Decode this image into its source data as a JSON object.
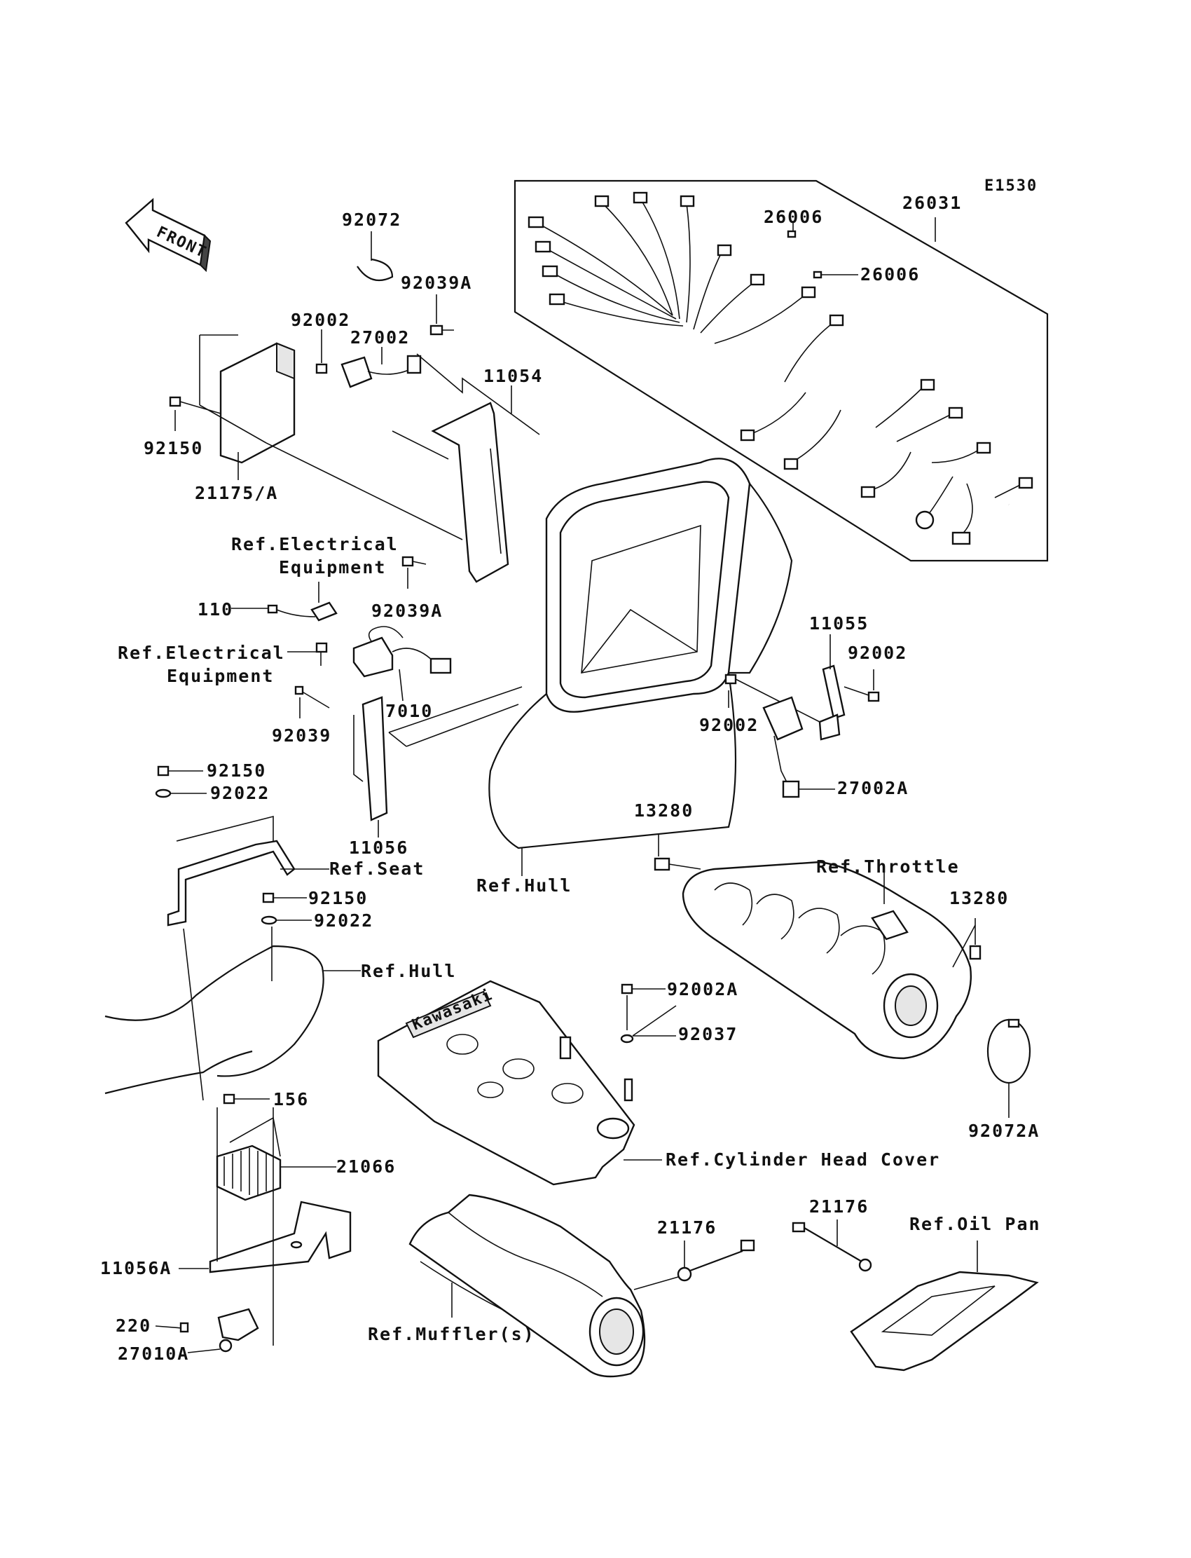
{
  "diagram": {
    "figure_code": "E1530",
    "front_arrow": "FRONT",
    "labels": {
      "l_26031": "26031",
      "l_26006a": "26006",
      "l_26006b": "26006",
      "l_92072": "92072",
      "l_92039A_top": "92039A",
      "l_92002_top": "92002",
      "l_27002": "27002",
      "l_11054": "11054",
      "l_92150_top": "92150",
      "l_21175A": "21175/A",
      "l_ref_elec1_a": "Ref.Electrical",
      "l_ref_elec1_b": "Equipment",
      "l_92039A_mid": "92039A",
      "l_110": "110",
      "l_ref_elec2_a": "Ref.Electrical",
      "l_ref_elec2_b": "Equipment",
      "l_27010": "27010",
      "l_92039": "92039",
      "l_11055": "11055",
      "l_92002_r": "92002",
      "l_92002_m": "92002",
      "l_27002A": "27002A",
      "l_92150_a": "92150",
      "l_92022_a": "92022",
      "l_11056": "11056",
      "l_ref_seat": "Ref.Seat",
      "l_ref_hull1": "Ref.Hull",
      "l_13280_a": "13280",
      "l_ref_throttle": "Ref.Throttle",
      "l_13280_b": "13280",
      "l_92150_b": "92150",
      "l_92022_b": "92022",
      "l_ref_hull2": "Ref.Hull",
      "l_92002A": "92002A",
      "l_92037": "92037",
      "l_156": "156",
      "l_21066": "21066",
      "l_ref_chc": "Ref.Cylinder Head Cover",
      "l_92072A": "92072A",
      "l_21176_a": "21176",
      "l_21176_b": "21176",
      "l_ref_oilpan": "Ref.Oil Pan",
      "l_11056A": "11056A",
      "l_220": "220",
      "l_27010A": "27010A",
      "l_ref_muffler": "Ref.Muffler(s)",
      "valve_cover_brand": "Kawasaki"
    }
  }
}
